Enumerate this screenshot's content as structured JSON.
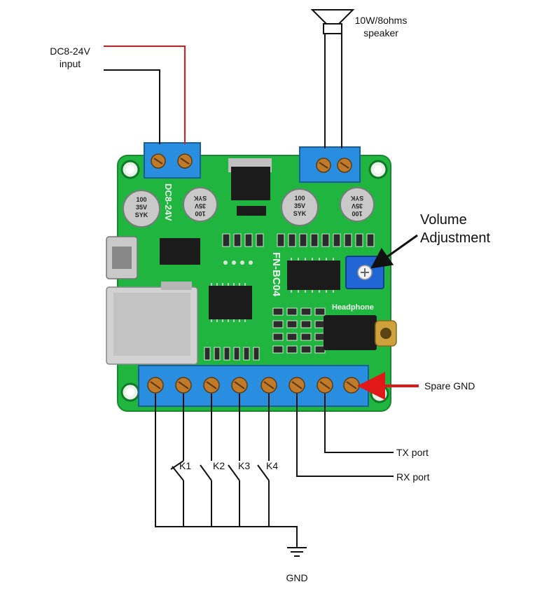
{
  "labels": {
    "power_input_line1": "DC8-24V",
    "power_input_line2": "input",
    "speaker_line1": "10W/8ohms",
    "speaker_line2": "speaker",
    "volume_line1": "Volume",
    "volume_line2": "Adjustment",
    "spare_gnd": "Spare GND",
    "tx_port": "TX port",
    "rx_port": "RX port",
    "gnd": "GND",
    "switches": [
      "K1",
      "K2",
      "K3",
      "K4"
    ]
  },
  "board": {
    "model": "FN-BC04",
    "power_silk": "DC8-24V",
    "headphone_silk": "Headphone",
    "capacitors": [
      {
        "line1": "100",
        "line2": "35V",
        "line3": "SYK"
      },
      {
        "line1": "100",
        "line2": "35V",
        "line3": "SYK"
      },
      {
        "line1": "100",
        "line2": "35V",
        "line3": "SYK"
      },
      {
        "line1": "100",
        "line2": "35V",
        "line3": "SYK"
      }
    ]
  },
  "colors": {
    "pcb": "#1fb53f",
    "terminal": "#2a8ee0",
    "power_positive_wire": "#e01818",
    "wire": "#111111",
    "arrow": "#e01818"
  }
}
